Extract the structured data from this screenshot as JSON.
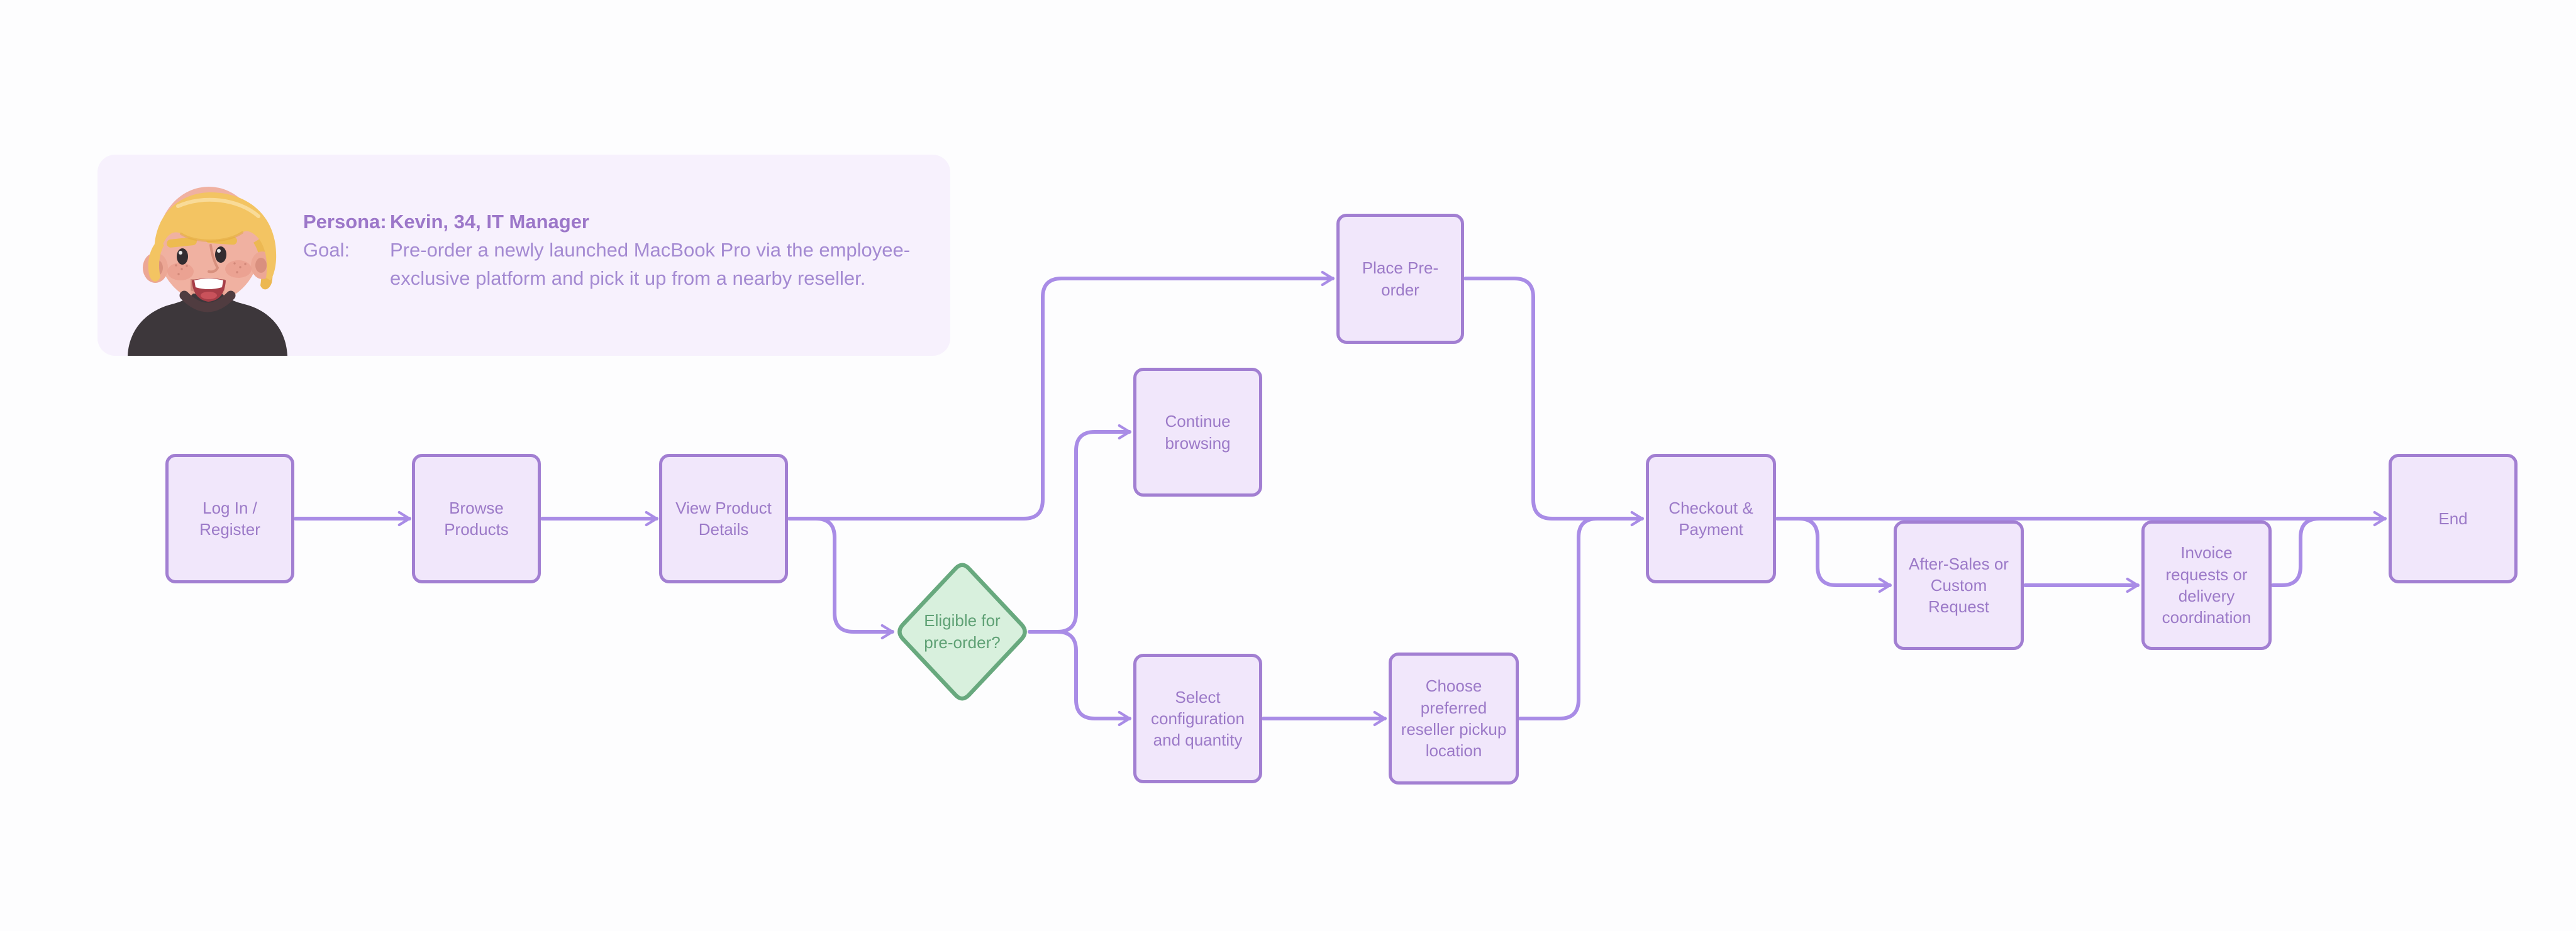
{
  "page": {
    "background_color": "#fdfdfe"
  },
  "persona_card": {
    "background_color": "#f7f1fd",
    "avatar_alt": "3D cartoon young man with blonde hair and dark t-shirt",
    "persona_label": "Persona:",
    "persona_value": "Kevin, 34, IT Manager",
    "goal_label": "Goal:",
    "goal_value": "Pre-order a newly launched MacBook Pro via the employee-exclusive platform and pick it up from a nearby reseller."
  },
  "flowchart": {
    "colors": {
      "node_fill": "#f1e7fb",
      "node_border": "#a27fd2",
      "node_text": "#9c7ac8",
      "decision_fill": "#d8f0dd",
      "decision_border": "#68a97e",
      "decision_text": "#5fa175",
      "connector": "#a98ce6"
    },
    "nodes": [
      {
        "id": "login",
        "label": "Log In / Register",
        "type": "process"
      },
      {
        "id": "browse-products",
        "label": "Browse Products",
        "type": "process"
      },
      {
        "id": "view-product-details",
        "label": "View Product Details",
        "type": "process"
      },
      {
        "id": "eligible-for-preorder",
        "label": "Eligible for pre-order?",
        "type": "decision"
      },
      {
        "id": "continue-browsing",
        "label": "Continue browsing",
        "type": "process"
      },
      {
        "id": "place-preorder",
        "label": "Place Pre-order",
        "type": "process"
      },
      {
        "id": "select-configuration",
        "label": "Select configuration and quantity",
        "type": "process"
      },
      {
        "id": "choose-pickup",
        "label": "Choose preferred reseller pickup location",
        "type": "process"
      },
      {
        "id": "checkout-payment",
        "label": "Checkout & Payment",
        "type": "process"
      },
      {
        "id": "after-sales",
        "label": "After-Sales or Custom Request",
        "type": "process"
      },
      {
        "id": "invoice-delivery",
        "label": "Invoice requests or delivery coordination",
        "type": "process"
      },
      {
        "id": "end",
        "label": "End",
        "type": "process"
      }
    ],
    "edges": [
      {
        "from": "login",
        "to": "browse-products"
      },
      {
        "from": "browse-products",
        "to": "view-product-details"
      },
      {
        "from": "view-product-details",
        "to": "eligible-for-preorder"
      },
      {
        "from": "view-product-details",
        "to": "place-preorder"
      },
      {
        "from": "eligible-for-preorder",
        "to": "continue-browsing"
      },
      {
        "from": "eligible-for-preorder",
        "to": "select-configuration"
      },
      {
        "from": "select-configuration",
        "to": "choose-pickup"
      },
      {
        "from": "place-preorder",
        "to": "checkout-payment"
      },
      {
        "from": "choose-pickup",
        "to": "checkout-payment"
      },
      {
        "from": "checkout-payment",
        "to": "after-sales"
      },
      {
        "from": "checkout-payment",
        "to": "end"
      },
      {
        "from": "after-sales",
        "to": "invoice-delivery"
      },
      {
        "from": "invoice-delivery",
        "to": "end"
      }
    ]
  }
}
